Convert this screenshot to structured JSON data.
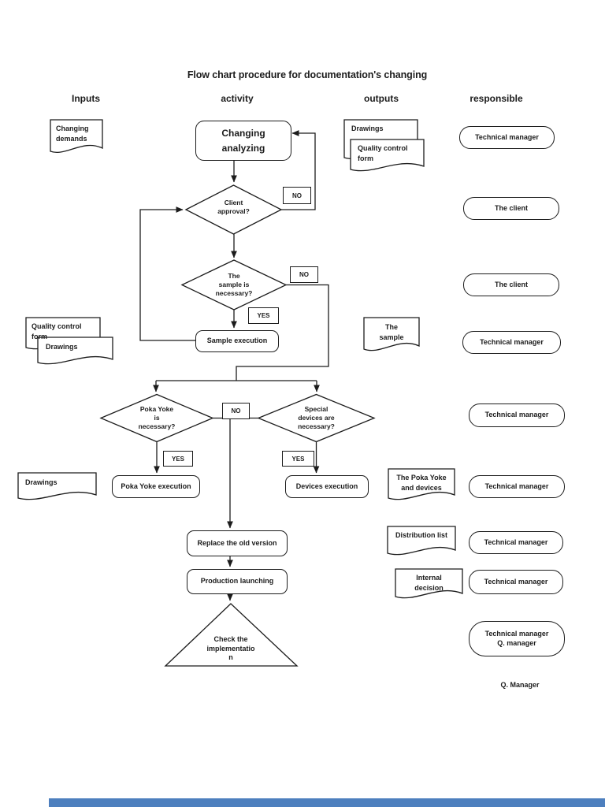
{
  "title": "Flow chart procedure for documentation's changing",
  "columns": {
    "inputs": "Inputs",
    "activity": "activity",
    "outputs": "outputs",
    "responsible": "responsible"
  },
  "decision_labels": {
    "no": "NO",
    "yes": "YES"
  },
  "inputs": {
    "changing_demands": "Changing\ndemands",
    "quality_control_form": "Quality control\nform",
    "drawings_mid": "Drawings",
    "drawings_lower": "Drawings"
  },
  "activity": {
    "changing_analyzing": "Changing\nanalyzing",
    "client_approval": "Client\napproval?",
    "sample_necessary": "The\nsample is\nnecessary?",
    "sample_execution": "Sample execution",
    "poka_yoke_necessary": "Poka Yoke\nis\nnecessary?",
    "special_devices_necessary": "Special\ndevices are\nnecessary?",
    "poka_yoke_execution": "Poka Yoke execution",
    "devices_execution": "Devices execution",
    "replace_old_version": "Replace the old version",
    "production_launching": "Production launching",
    "check_implementation": "Check the\nimplementatio\nn"
  },
  "outputs": {
    "drawings": "Drawings",
    "quality_control_form": "Quality control\nform",
    "the_sample": "The\nsample",
    "poka_yoke_devices": "The Poka Yoke\nand devices",
    "distribution_list": "Distribution list",
    "internal_decision": "Internal\ndecision"
  },
  "responsible": {
    "items": [
      "Technical manager",
      "The client",
      "The client",
      "Technical manager",
      "Technical manager",
      "Technical manager",
      "Technical manager",
      "Technical manager",
      "Technical manager\nQ. manager"
    ],
    "footnote": "Q. Manager"
  },
  "colors": {
    "line": "#1c1c1c",
    "bottom_bar": "#4d7fbe"
  }
}
